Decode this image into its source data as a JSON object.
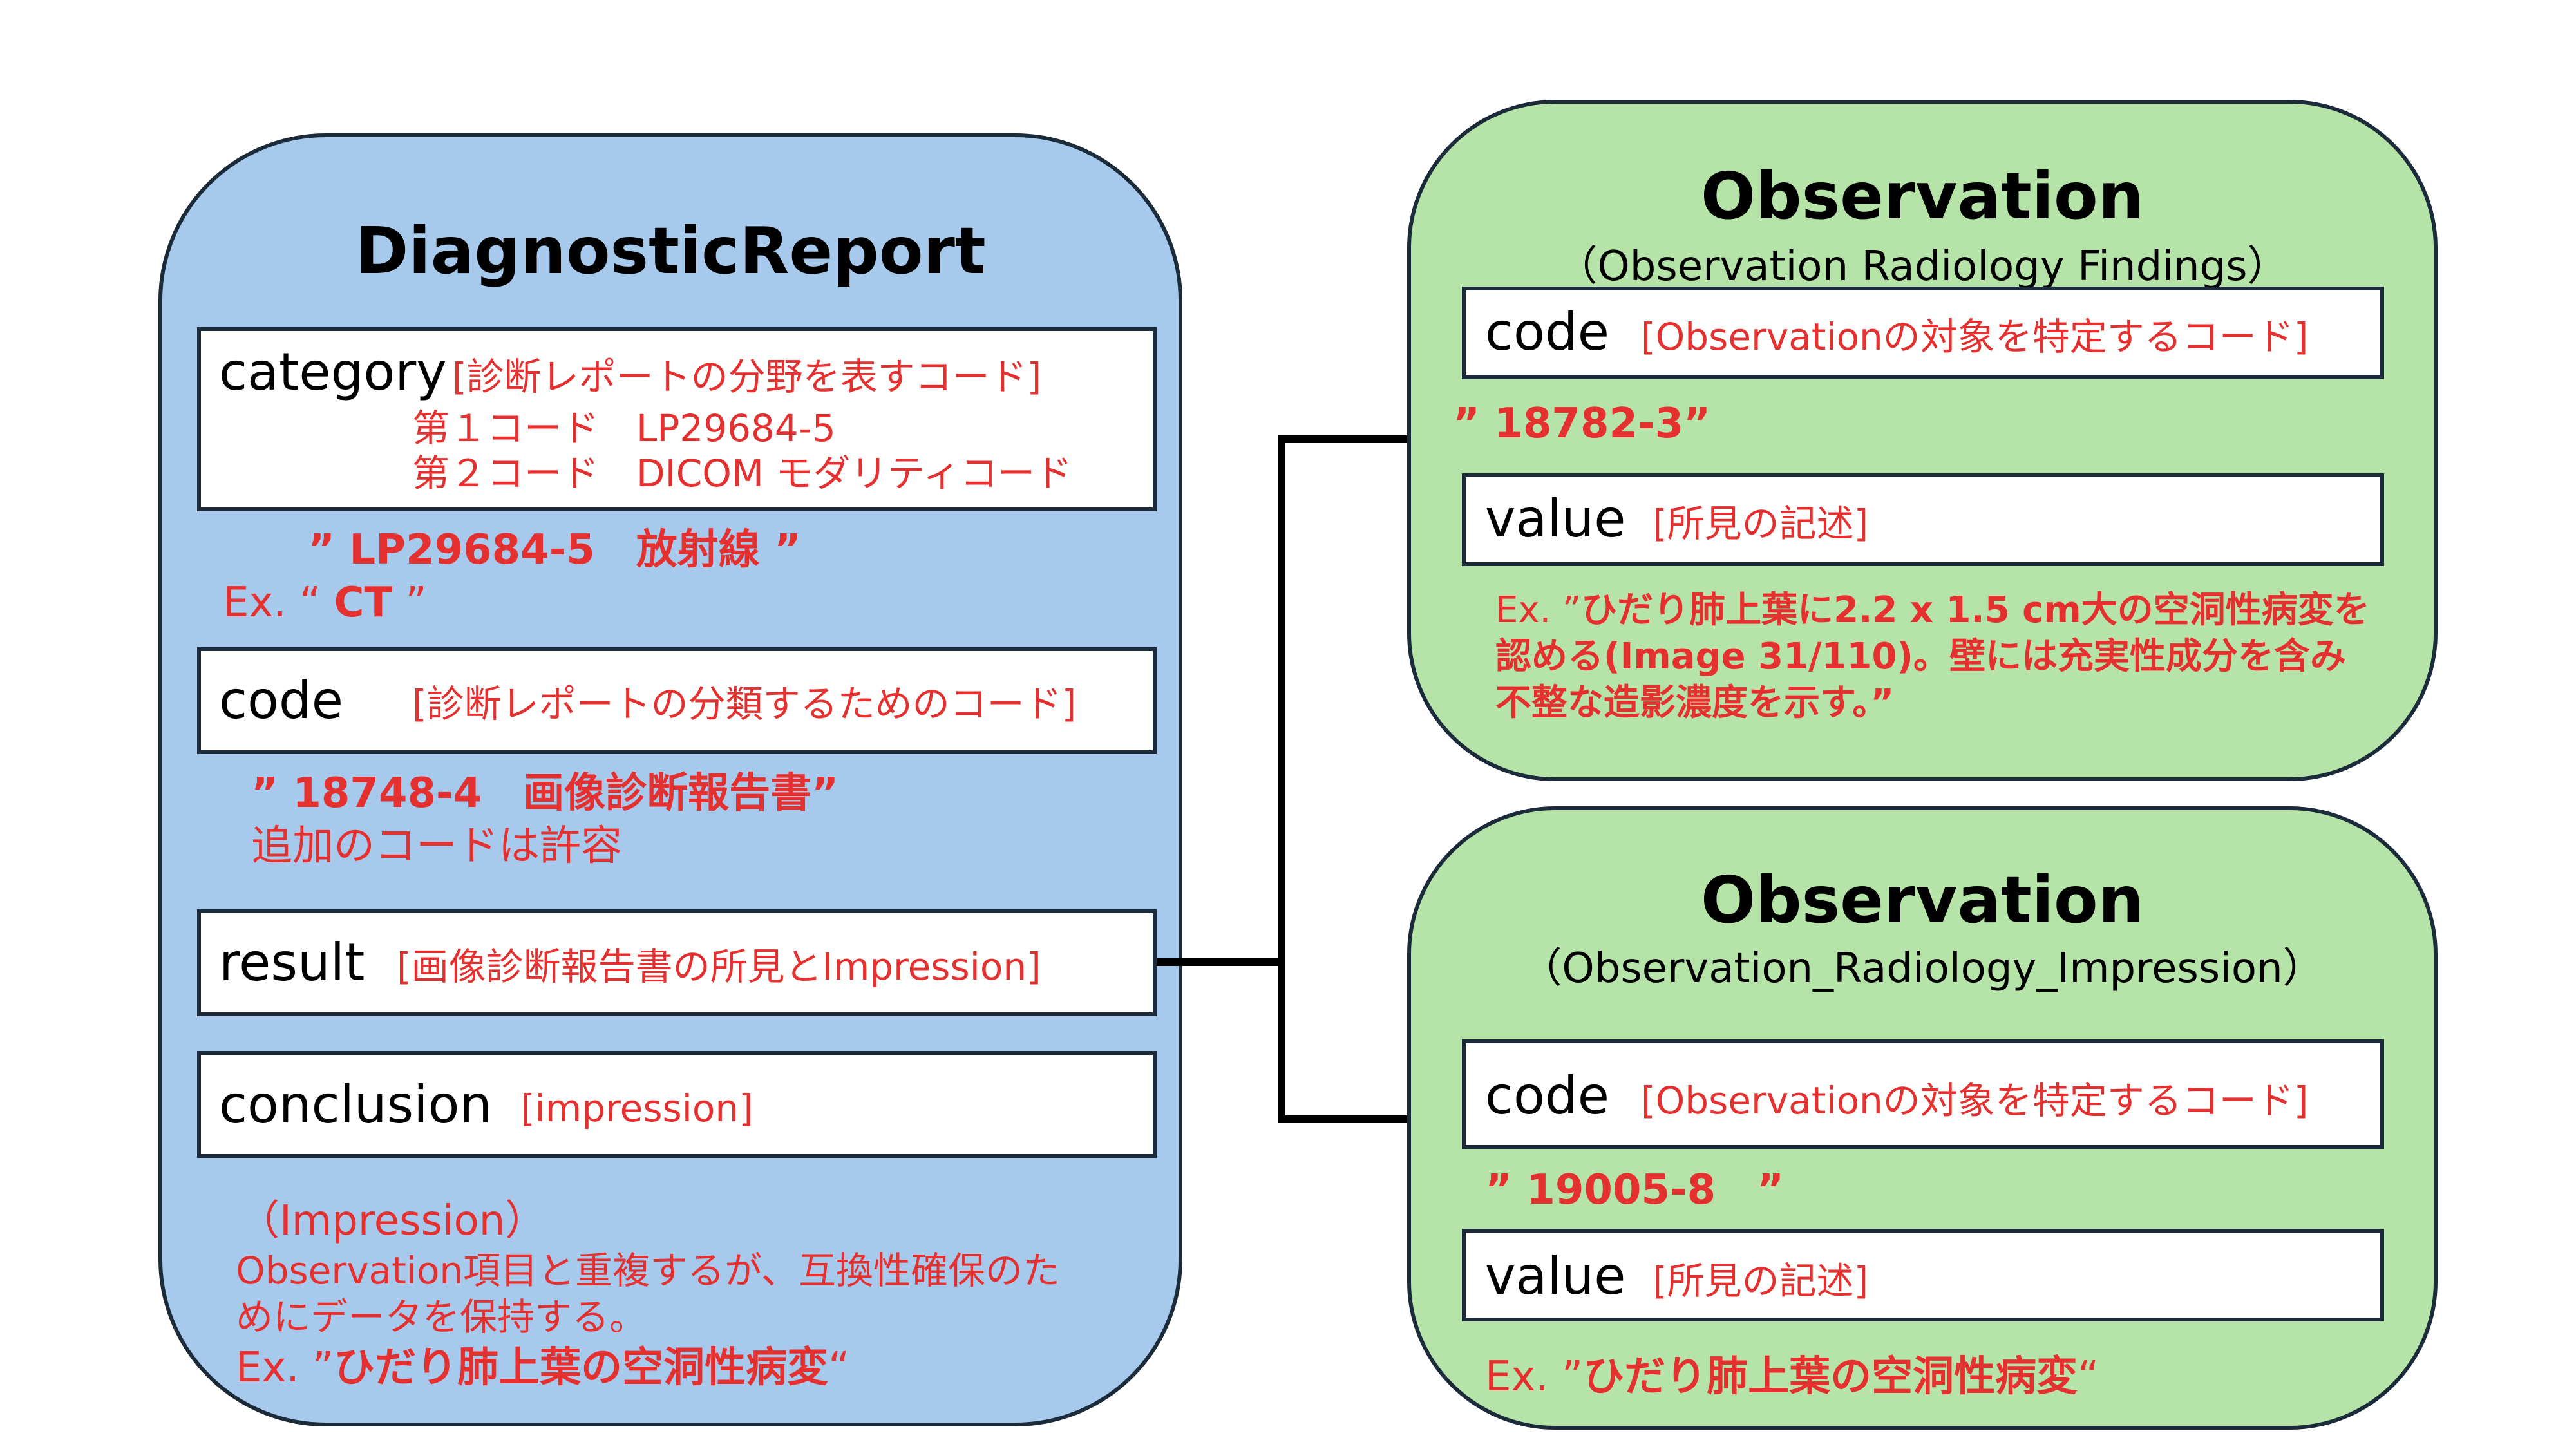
{
  "diagnostic_report": {
    "title": "DiagnosticReport",
    "category": {
      "field": "category",
      "desc": "[診断レポートの分野を表すコード]",
      "line1": "第１コード　LP29684-5",
      "line2": "第２コード　DICOM モダリティコード",
      "example1": "” LP29684-5　放射線 ”",
      "ex_prefix": "Ex. “ ",
      "ex_value": "CT",
      "ex_suffix": " ”"
    },
    "code": {
      "field": "code",
      "desc": "[診断レポートの分類するためのコード]",
      "example": "” 18748-4　画像診断報告書”",
      "note": "追加のコードは許容"
    },
    "result": {
      "field": "result",
      "desc": "[画像診断報告書の所見とImpression]"
    },
    "conclusion": {
      "field": "conclusion",
      "desc": "[impression]",
      "note1": "（Impression）",
      "note2": "Observation項目と重複するが、互換性確保のた",
      "note3": "めにデータを保持する。",
      "ex_prefix": "Ex. ”",
      "ex_value": "ひだり肺上葉の空洞性病変",
      "ex_suffix": "“"
    }
  },
  "observation_findings": {
    "title": "Observation",
    "subtitle": "（Observation Radiology Findings）",
    "code": {
      "field": "code",
      "desc": "[Observationの対象を特定するコード]",
      "example": "” 18782-3”"
    },
    "value": {
      "field": "value",
      "desc": "[所見の記述]",
      "ex_prefix": "Ex. ”",
      "ex_line1": "ひだり肺上葉に2.2 x 1.5 cm大の空洞性病変を",
      "ex_line2": "認める(Image 31/110)。壁には充実性成分を含み",
      "ex_line3": "不整な造影濃度を示す。”"
    }
  },
  "observation_impression": {
    "title": "Observation",
    "subtitle": "（Observation_Radiology_Impression）",
    "code": {
      "field": "code",
      "desc": "[Observationの対象を特定するコード]",
      "example": "” 19005-8　”"
    },
    "value": {
      "field": "value",
      "desc": "[所見の記述]",
      "ex_prefix": "Ex. ”",
      "ex_value": "ひだり肺上葉の空洞性病変",
      "ex_suffix": "“"
    }
  },
  "colors": {
    "diagnostic_report_fill": "#a7c9ec",
    "observation_fill": "#b6e4a8",
    "annotation_red": "#e53030",
    "border": "#1c2b3a"
  }
}
